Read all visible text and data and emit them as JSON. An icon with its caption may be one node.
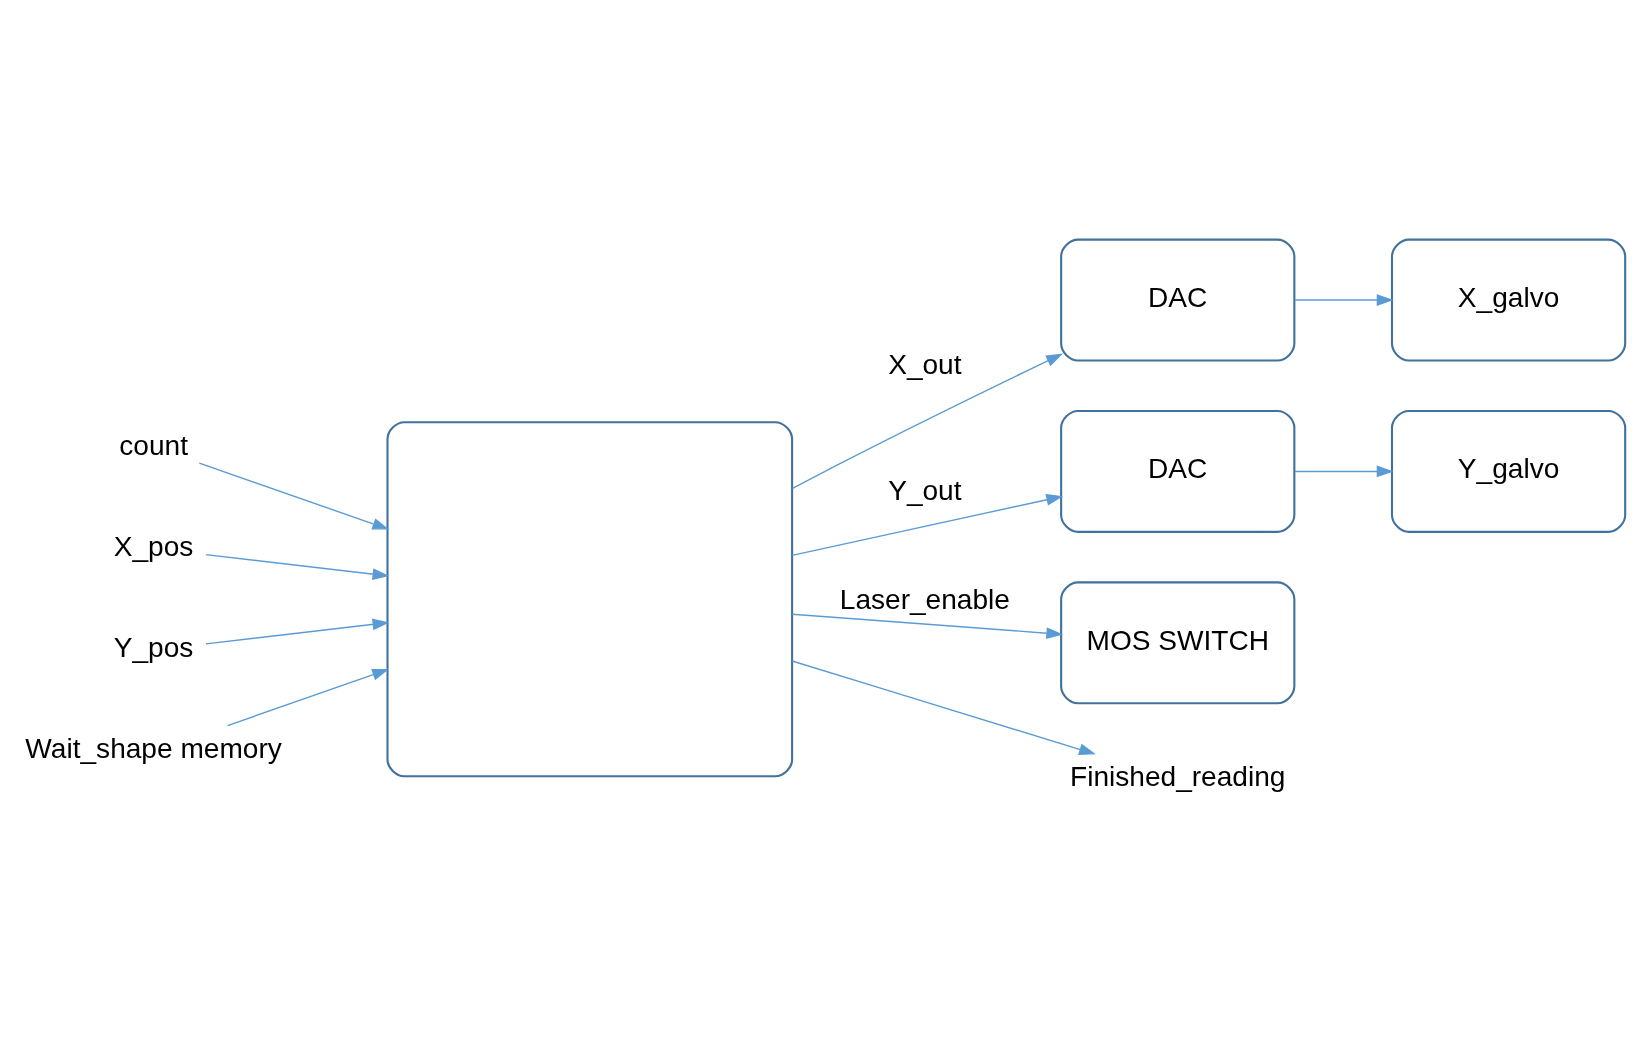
{
  "diagram": {
    "nodes": [
      {
        "text": [],
        "shape": "box"
      },
      {
        "text": [
          "DAC"
        ]
      },
      {
        "text": [
          "X_galvo"
        ]
      },
      {
        "text": [
          "DAC"
        ]
      },
      {
        "text": [
          "Y_galvo"
        ]
      },
      {
        "text": [
          "MOS SWITCH"
        ]
      },
      {
        "text": [
          "count"
        ]
      },
      {
        "text": [
          "X_pos"
        ]
      },
      {
        "text": [
          "Y_pos"
        ]
      },
      {
        "text": [
          "Wait_shape memory"
        ]
      },
      {
        "text": [
          "Finished_reading"
        ]
      }
    ],
    "edges": [
      {
        "from": 6,
        "to": 0,
        "arrow": "to"
      },
      {
        "from": 7,
        "to": 0,
        "arrow": "to"
      },
      {
        "from": 8,
        "to": 0,
        "arrow": "to"
      },
      {
        "from": 0,
        "to": 1,
        "arrow": "to",
        "label": "X_out"
      },
      {
        "from": 1,
        "to": 2,
        "arrow": "to"
      },
      {
        "from": 0,
        "to": 3,
        "arrow": "to",
        "label": "Y_out"
      },
      {
        "from": 3,
        "to": 4,
        "arrow": "to"
      },
      {
        "from": 0,
        "to": 5,
        "arrow": "to",
        "label": "Laser_enable"
      },
      {
        "from": 9,
        "to": 0,
        "arrow": "to"
      },
      {
        "from": 0,
        "to": 10,
        "arrow": "to"
      }
    ]
  }
}
